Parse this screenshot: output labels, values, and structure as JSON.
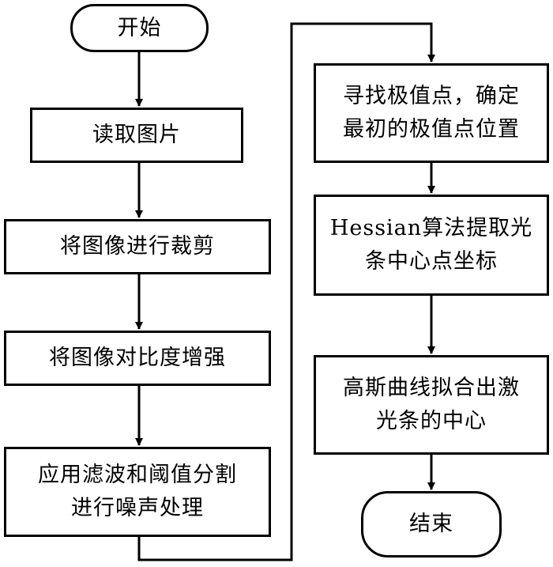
{
  "flowchart": {
    "start": "开始",
    "read_image": "读取图片",
    "crop_image": "将图像进行裁剪",
    "enhance_contrast": "将图像对比度增强",
    "denoise": "应用滤波和阈值分割\n进行噪声处理",
    "find_extrema": "寻找极值点，确定\n最初的极值点位置",
    "hessian": "Hessian算法提取光\n条中心点坐标",
    "gaussian_fit": "高斯曲线拟合出激\n光条的中心",
    "end": "结束"
  }
}
